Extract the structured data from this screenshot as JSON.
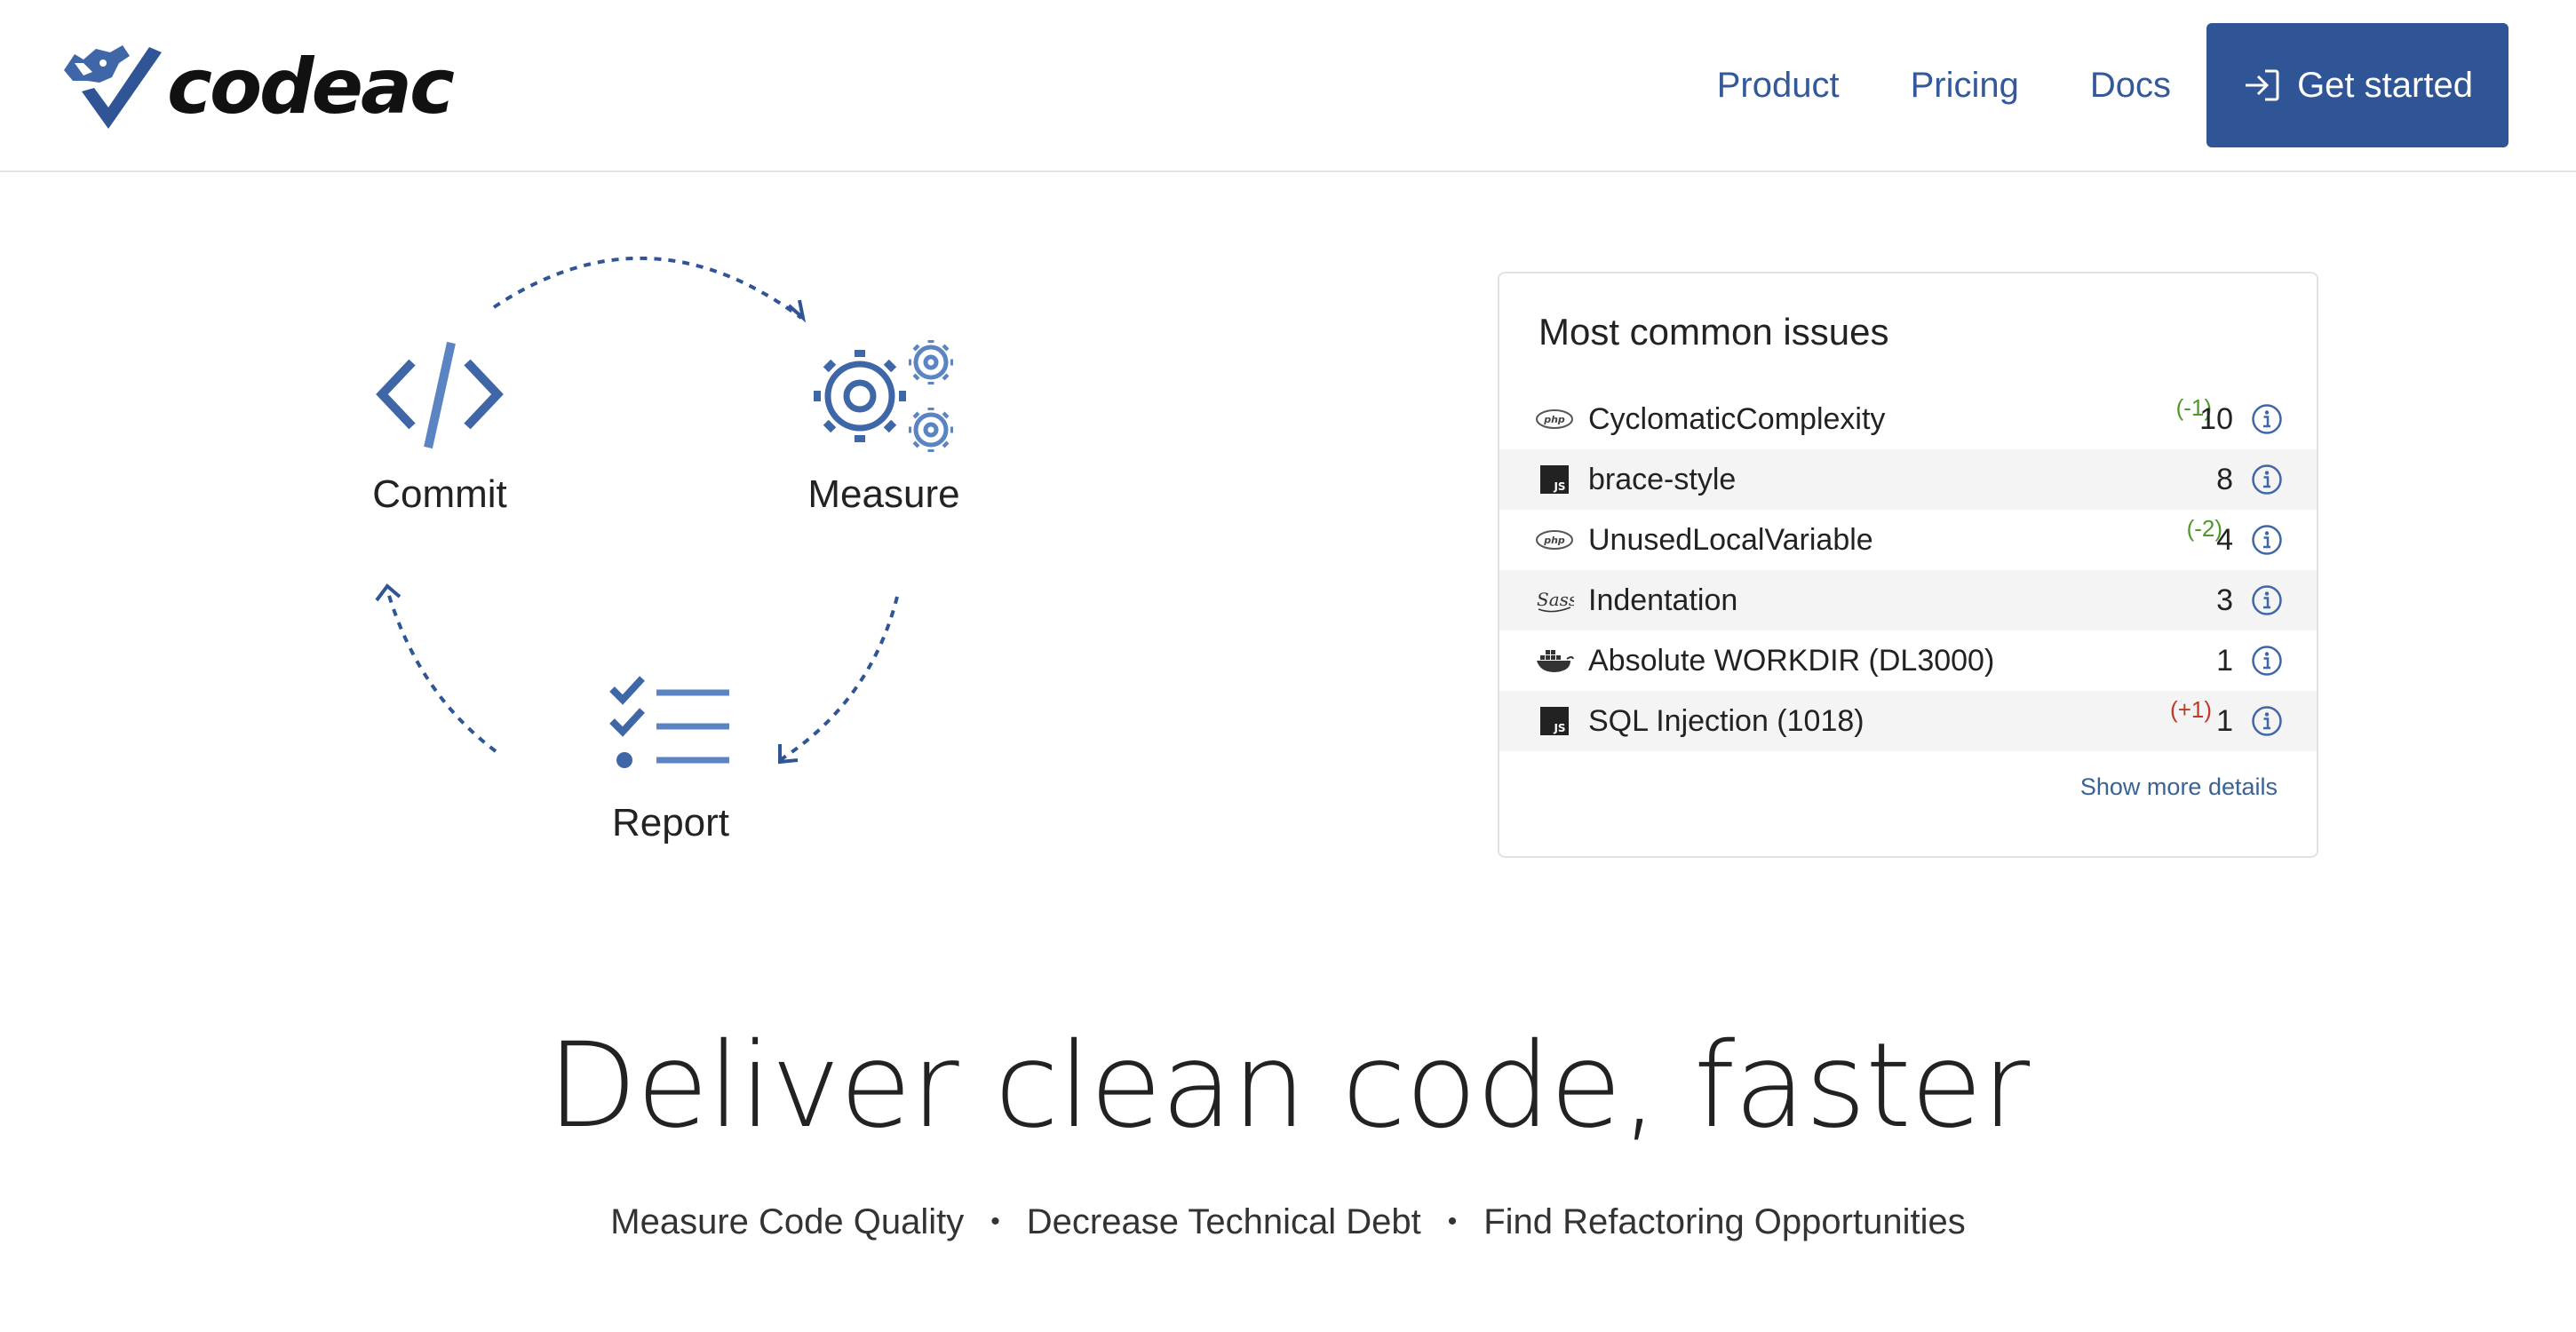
{
  "brand": {
    "name": "codeac"
  },
  "nav": {
    "links": [
      "Product",
      "Pricing",
      "Docs"
    ],
    "cta_label": "Get started"
  },
  "workflow": {
    "steps": [
      "Commit",
      "Measure",
      "Report"
    ]
  },
  "issues_card": {
    "title": "Most common issues",
    "rows": [
      {
        "lang_icon": "php-icon",
        "name": "CyclomaticComplexity",
        "delta": "(-1)",
        "delta_color": "#4c9a2a",
        "count": "10"
      },
      {
        "lang_icon": "javascript-icon",
        "name": "brace-style",
        "delta": "",
        "delta_color": "",
        "count": "8"
      },
      {
        "lang_icon": "php-icon",
        "name": "UnusedLocalVariable",
        "delta": "(-2)",
        "delta_color": "#4c9a2a",
        "count": "4"
      },
      {
        "lang_icon": "sass-icon",
        "name": "Indentation",
        "delta": "",
        "delta_color": "",
        "count": "3"
      },
      {
        "lang_icon": "docker-icon",
        "name": "Absolute WORKDIR (DL3000)",
        "delta": "",
        "delta_color": "",
        "count": "1"
      },
      {
        "lang_icon": "javascript-icon",
        "name": "SQL Injection (1018)",
        "delta": "(+1)",
        "delta_color": "#c0392b",
        "count": "1"
      }
    ],
    "more_label": "Show more details"
  },
  "hero": {
    "title": "Deliver clean code, faster",
    "features": [
      "Measure Code Quality",
      "Decrease Technical Debt",
      "Find Refactoring Opportunities"
    ],
    "separator": "•"
  },
  "colors": {
    "brand_blue": "#2f5597",
    "link_blue": "#34599a",
    "icon_blue": "#3f67a8",
    "delta_green": "#4c9a2a",
    "delta_red": "#c0392b"
  }
}
